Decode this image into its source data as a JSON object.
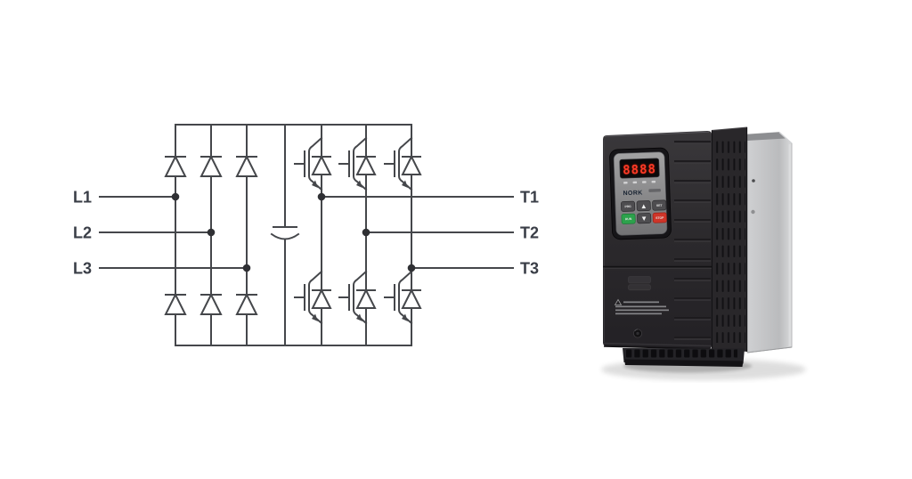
{
  "page": {
    "background_color": "#ffffff",
    "description": "Three-phase VFD power circuit schematic (rectifier, DC bus capacitor, IGBT inverter) beside a product render of a NORK variable frequency drive"
  },
  "circuit": {
    "input_labels": [
      "L1",
      "L2",
      "L3"
    ],
    "output_labels": [
      "T1",
      "T2",
      "T3"
    ],
    "line_color": "#45474b",
    "label_color": "#3a3e47",
    "structure": {
      "rectifier_diodes": 6,
      "inverter_igbts": 6,
      "freewheel_diodes": 6,
      "dc_link_capacitors": 1
    }
  },
  "device": {
    "brand": "NORK",
    "display": {
      "value": "8888",
      "digit_color": "#ff3a26",
      "background_color": "#0b0a0b"
    },
    "indicator_leds": 4,
    "buttons": [
      {
        "label": "PRG"
      },
      {
        "label": "▲"
      },
      {
        "label": "SET"
      },
      {
        "label": "RUN",
        "color": "#2ca24c"
      },
      {
        "label": "▼"
      },
      {
        "label": "STOP",
        "color": "#cf3529"
      }
    ],
    "colors": {
      "body": "#2b292c",
      "keypad_panel": "#8f8f90",
      "mounting_plate": "#c3c4c6"
    }
  }
}
